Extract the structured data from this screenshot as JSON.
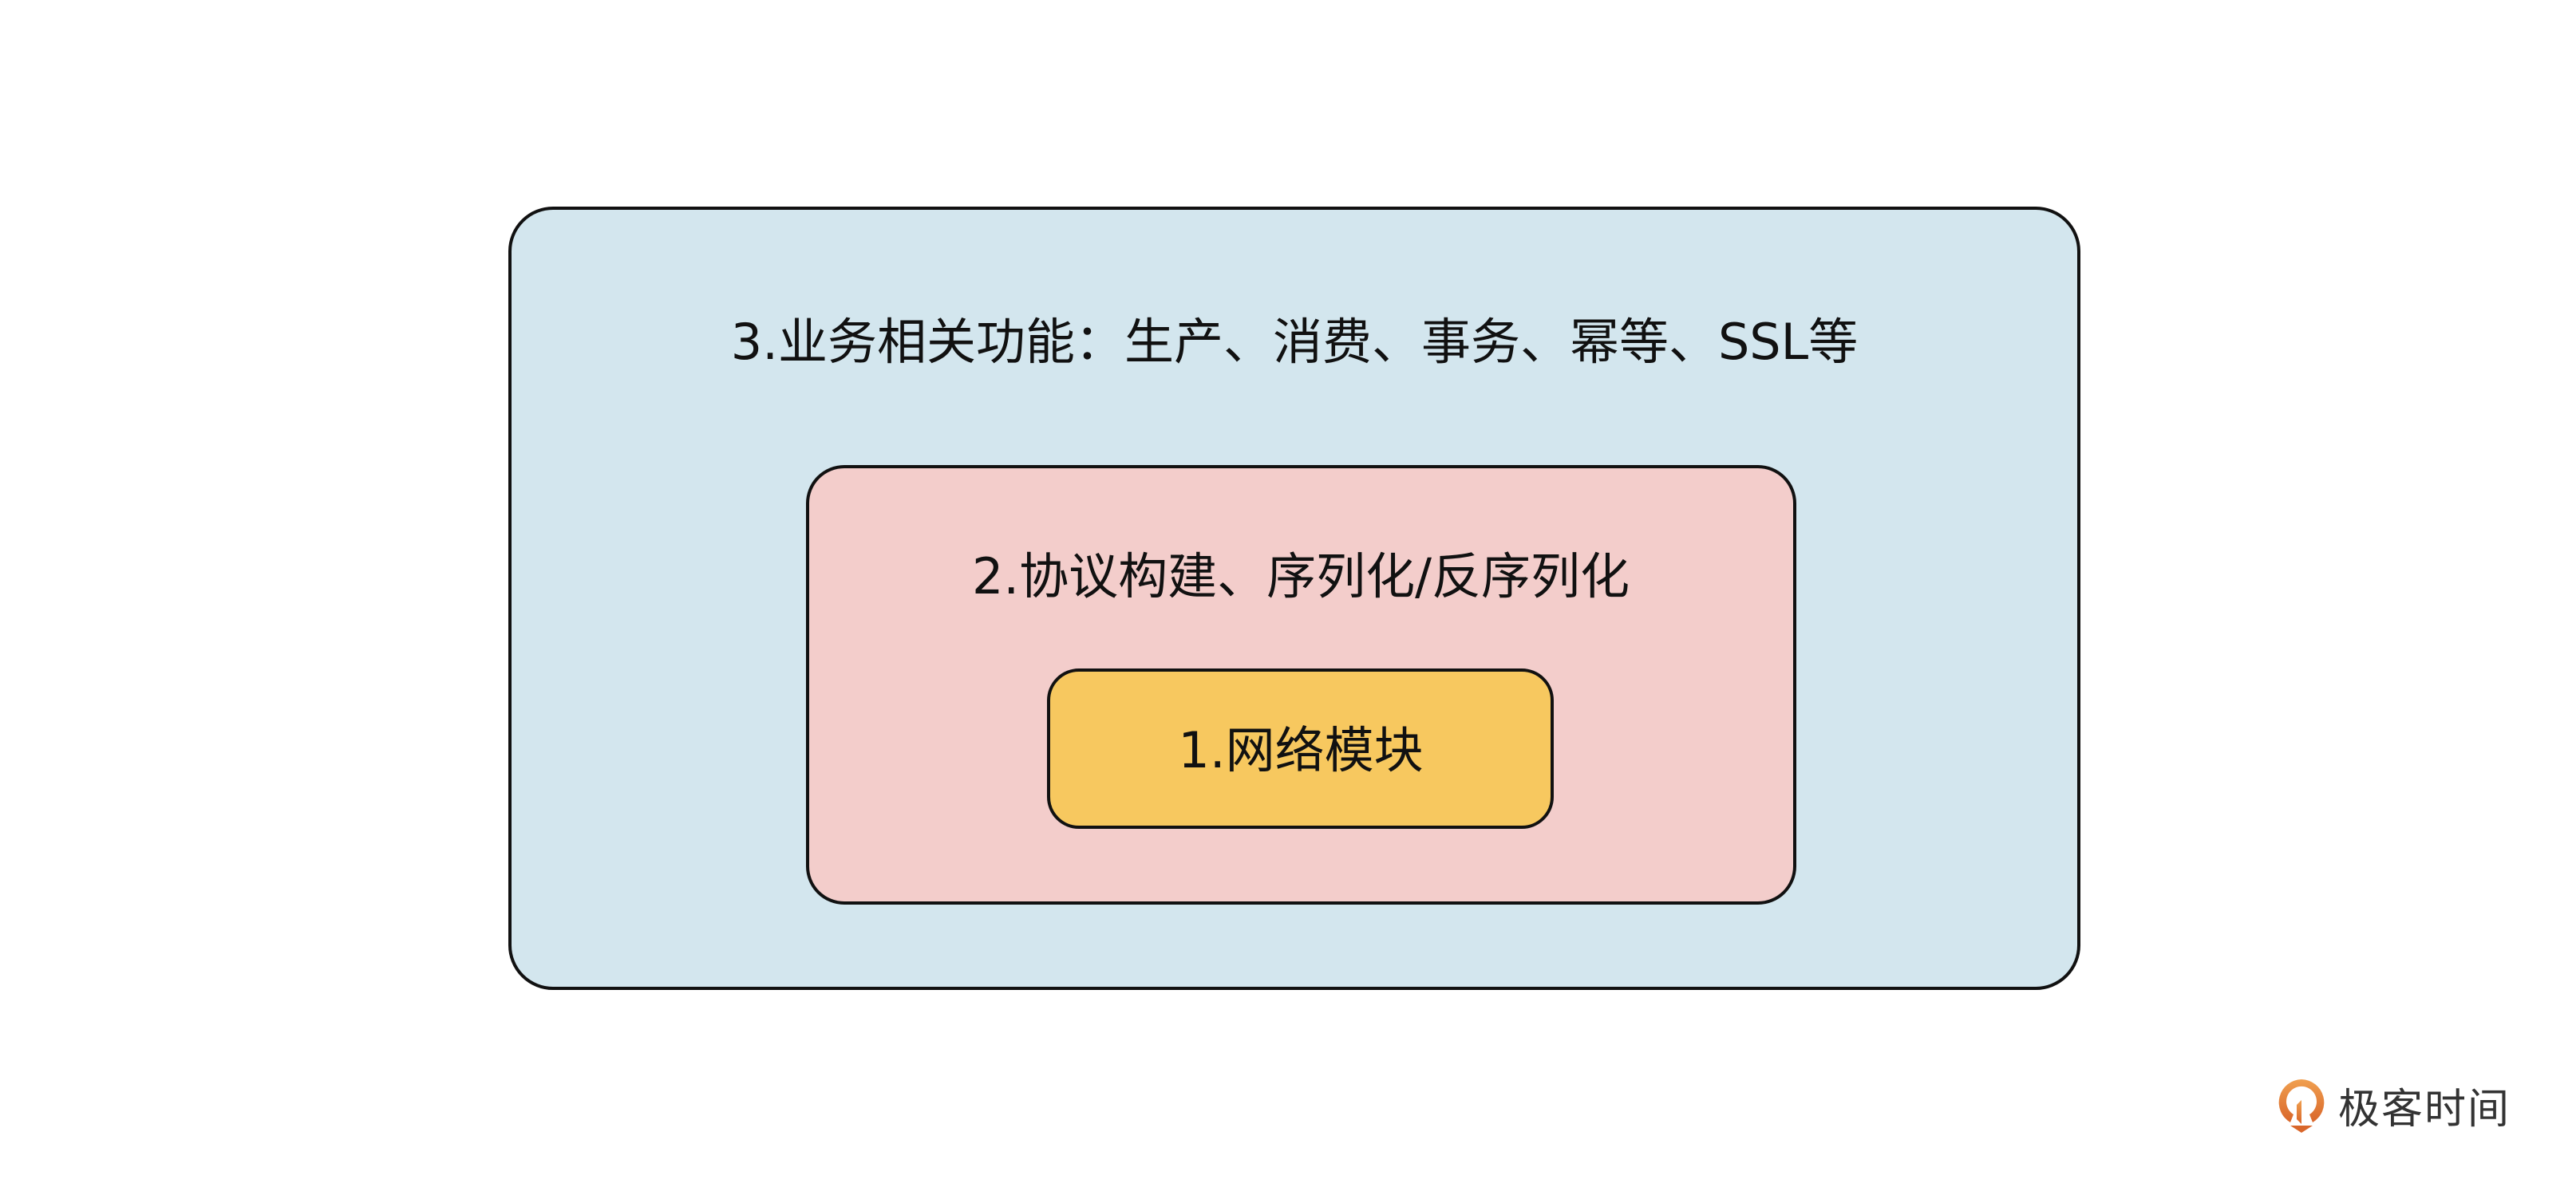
{
  "layers": [
    {
      "level": 3,
      "label": "3.业务相关功能：生产、消费、事务、幂等、SSL等",
      "color": "#d3e6ee"
    },
    {
      "level": 2,
      "label": "2.协议构建、序列化/反序列化",
      "color": "#f3cdcb"
    },
    {
      "level": 1,
      "label": "1.网络模块",
      "color": "#f7c85f"
    }
  ],
  "watermark": {
    "text": "极客时间",
    "color": "#e07a2e"
  }
}
